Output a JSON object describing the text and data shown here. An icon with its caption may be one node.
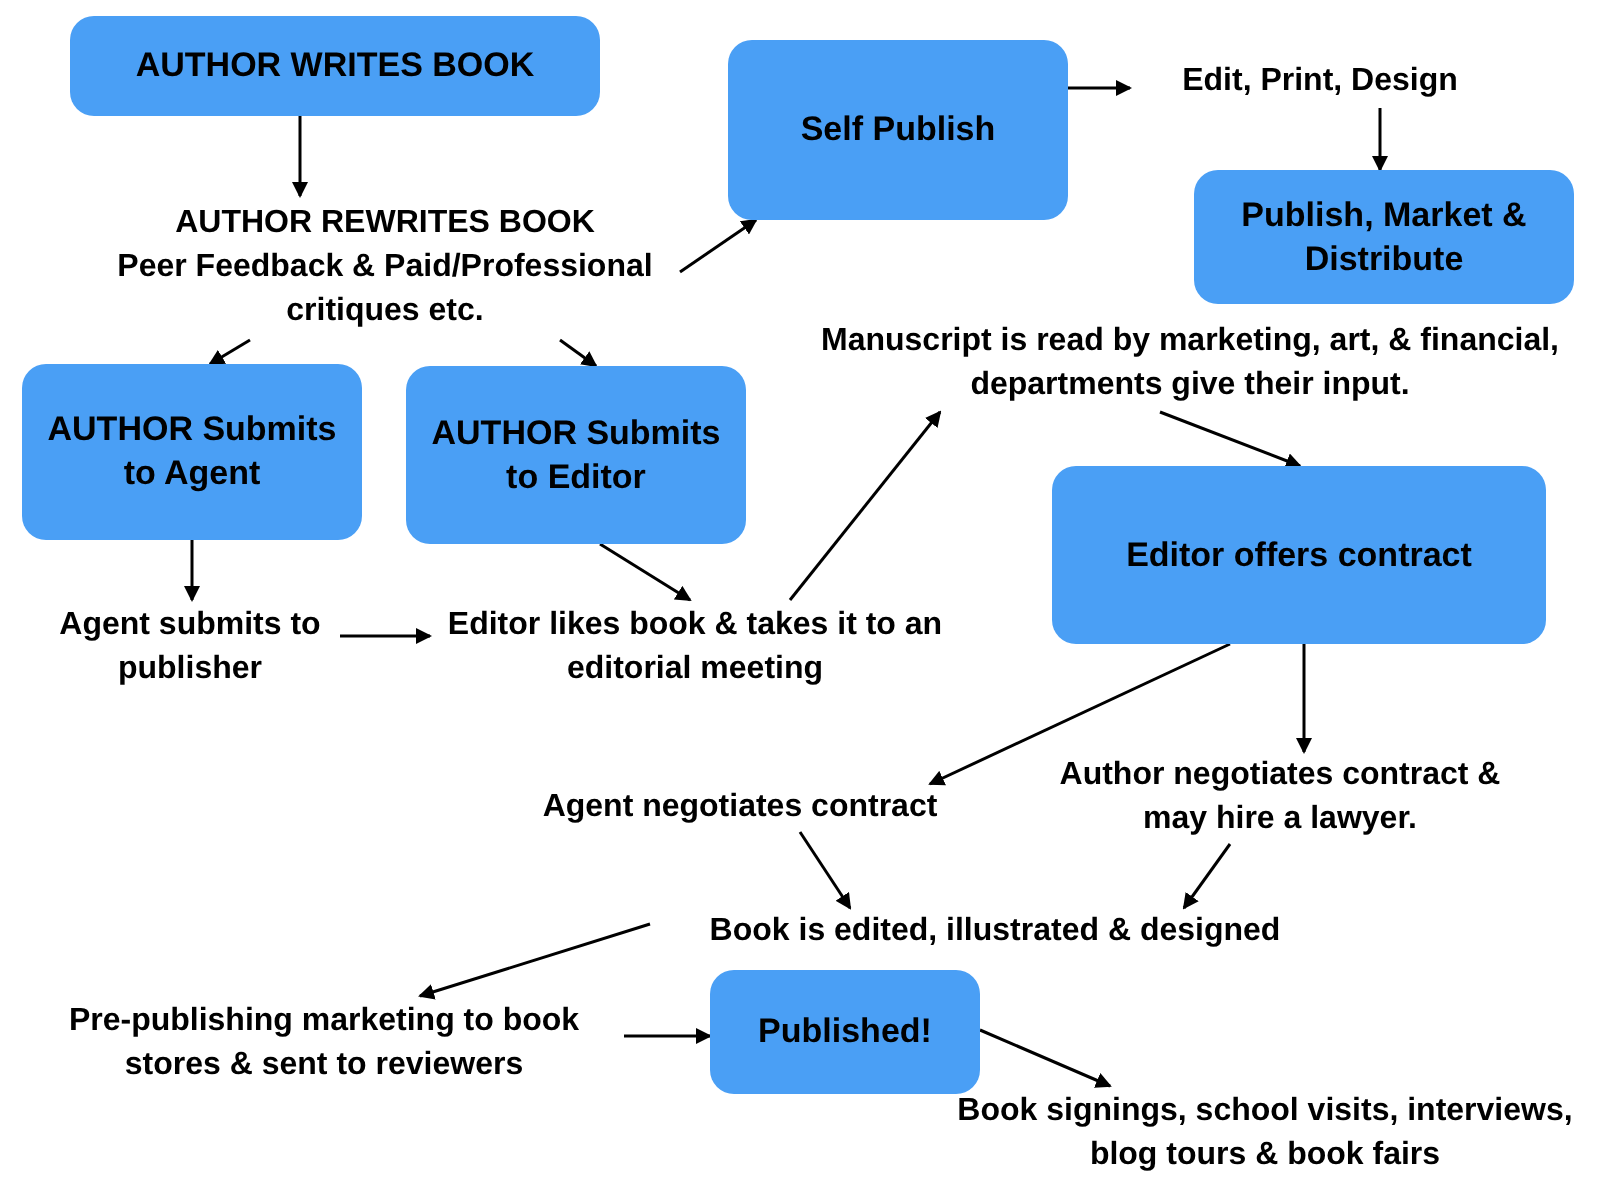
{
  "diagram": {
    "nodes": [
      {
        "text": [
          "AUTHOR WRITES BOOK"
        ]
      },
      {
        "text": [
          "AUTHOR REWRITES BOOK",
          "Peer Feedback & Paid/Professional critiques etc."
        ]
      },
      {
        "text": [
          "Self Publish"
        ]
      },
      {
        "text": [
          "Edit, Print, Design"
        ]
      },
      {
        "text": [
          "Publish, Market & Distribute"
        ]
      },
      {
        "text": [
          "AUTHOR Submits to Agent"
        ]
      },
      {
        "text": [
          "AUTHOR Submits to Editor"
        ]
      },
      {
        "text": [
          "Manuscript is read by marketing, art, & financial, departments give their input."
        ]
      },
      {
        "text": [
          "Editor offers contract"
        ]
      },
      {
        "text": [
          "Agent submits to publisher"
        ]
      },
      {
        "text": [
          "Editor likes book & takes it to an editorial meeting"
        ]
      },
      {
        "text": [
          "Agent negotiates contract"
        ]
      },
      {
        "text": [
          "Author negotiates contract & may hire a lawyer."
        ]
      },
      {
        "text": [
          "Book is edited, illustrated & designed"
        ]
      },
      {
        "text": [
          "Pre-publishing marketing to book stores & sent to reviewers"
        ]
      },
      {
        "text": [
          "Published!"
        ]
      },
      {
        "text": [
          "Book signings, school visits, interviews, blog tours & book fairs"
        ]
      }
    ],
    "edges": [
      {
        "from": 0,
        "to": 1,
        "arrow": "to"
      },
      {
        "from": 1,
        "to": 2,
        "arrow": "to"
      },
      {
        "from": 2,
        "to": 3,
        "arrow": "to"
      },
      {
        "from": 3,
        "to": 4,
        "arrow": "to"
      },
      {
        "from": 1,
        "to": 5,
        "arrow": "to"
      },
      {
        "from": 1,
        "to": 6,
        "arrow": "to"
      },
      {
        "from": 5,
        "to": 9,
        "arrow": "to"
      },
      {
        "from": 6,
        "to": 10,
        "arrow": "to"
      },
      {
        "from": 9,
        "to": 10,
        "arrow": "to"
      },
      {
        "from": 10,
        "to": 7,
        "arrow": "to"
      },
      {
        "from": 7,
        "to": 8,
        "arrow": "to"
      },
      {
        "from": 8,
        "to": 11,
        "arrow": "to"
      },
      {
        "from": 8,
        "to": 12,
        "arrow": "to"
      },
      {
        "from": 11,
        "to": 13,
        "arrow": "to"
      },
      {
        "from": 12,
        "to": 13,
        "arrow": "to"
      },
      {
        "from": 13,
        "to": 14,
        "arrow": "to"
      },
      {
        "from": 14,
        "to": 15,
        "arrow": "to"
      },
      {
        "from": 15,
        "to": 16,
        "arrow": "to"
      }
    ]
  }
}
